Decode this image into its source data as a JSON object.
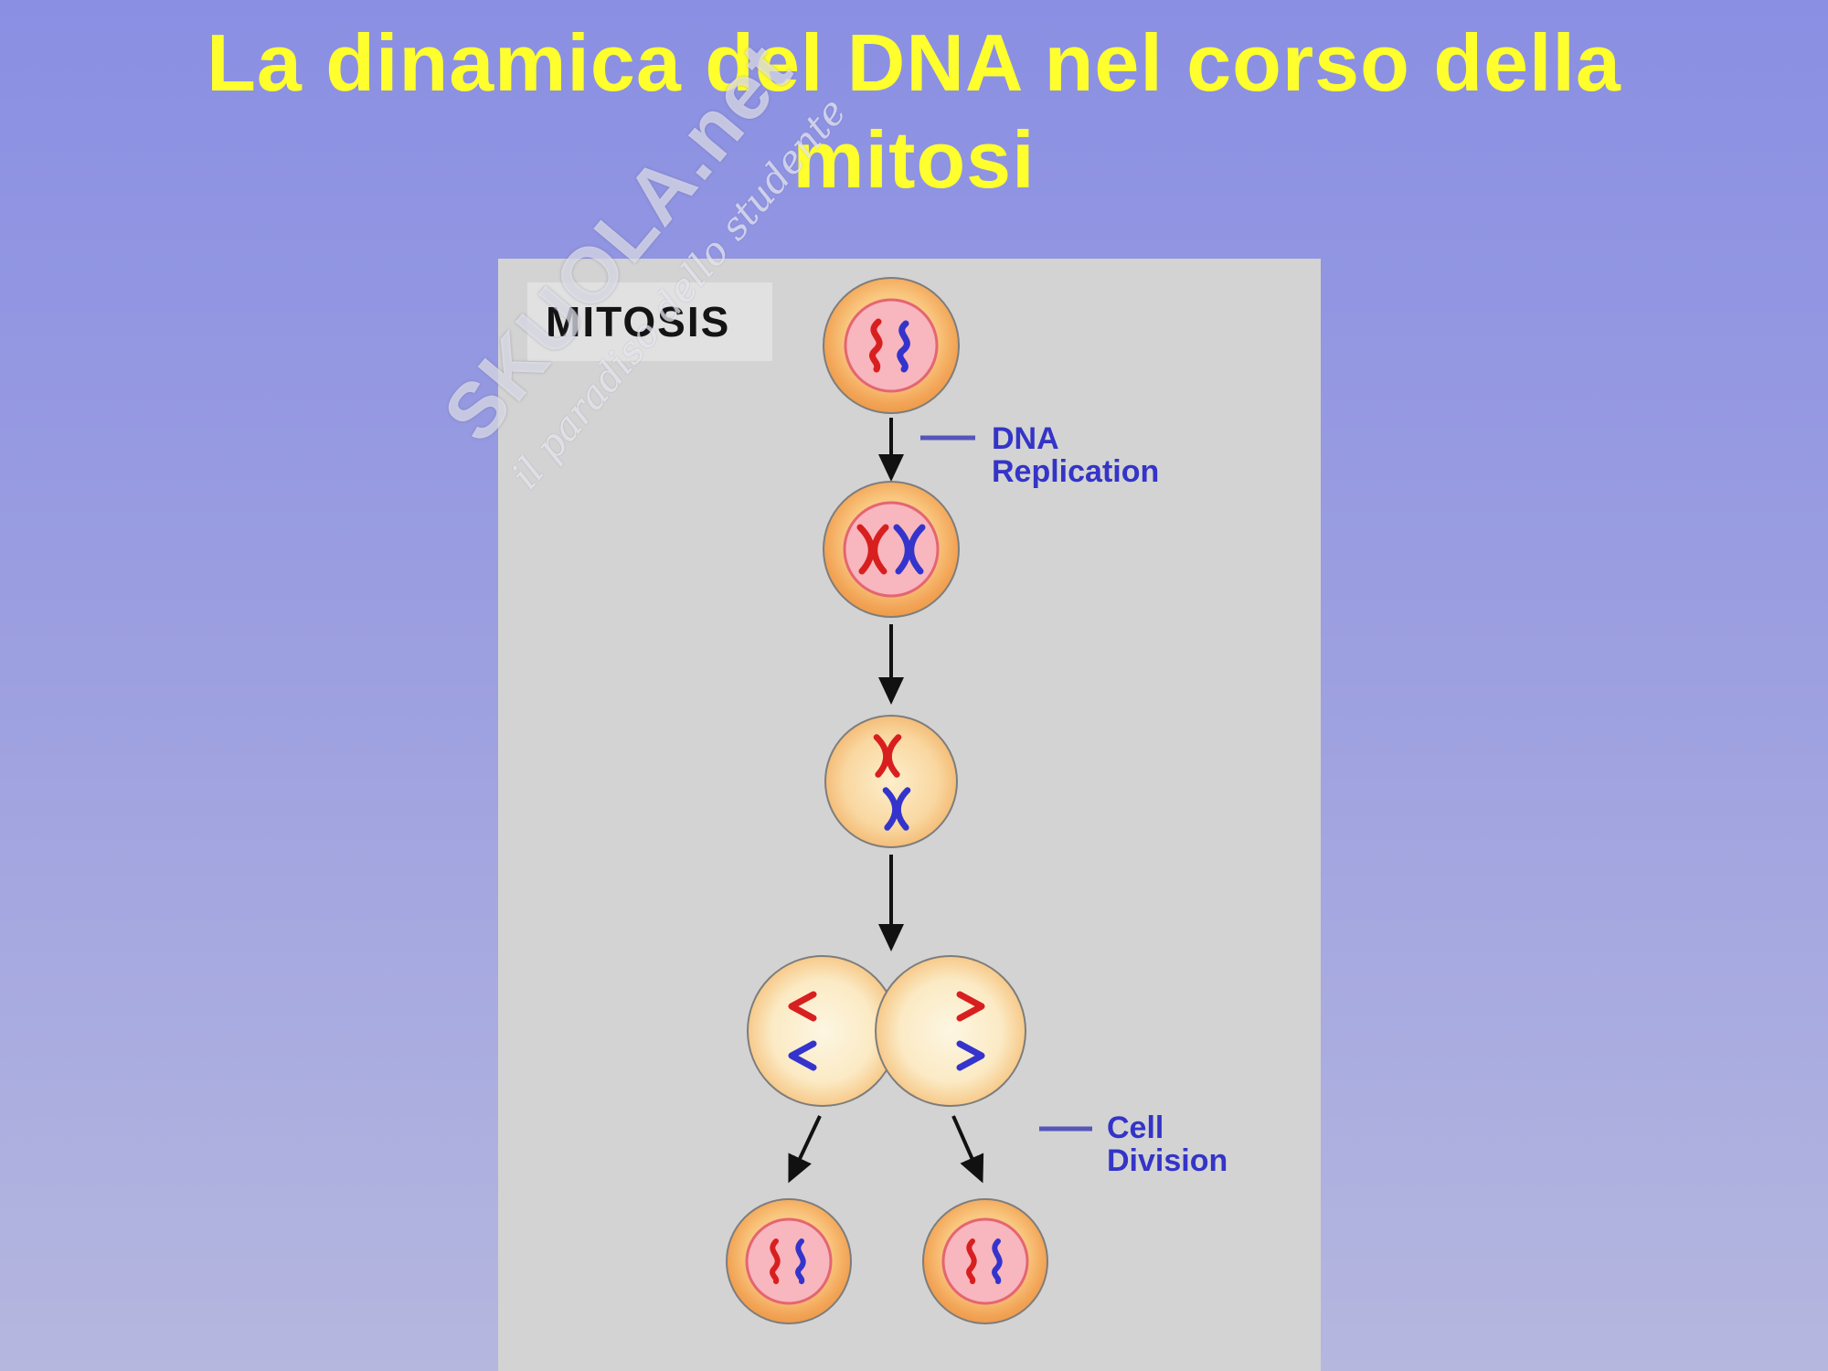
{
  "slide": {
    "title_line1": "La dinamica del DNA nel corso della",
    "title_line2": "mitosi"
  },
  "diagram": {
    "heading": "MITOSIS",
    "dna_replication_line1": "DNA",
    "dna_replication_line2": "Replication",
    "cell_division_line1": "Cell",
    "cell_division_line2": "Division"
  },
  "watermark": {
    "brand": "SKUOLA.net",
    "tagline": "il paradiso dello studente"
  },
  "colors": {
    "background_top": "#8a8fe3",
    "background_bottom": "#b5b7df",
    "title_yellow": "#ffff2e",
    "panel_gray": "#d3d3d3",
    "label_blue": "#3434c8",
    "cell_orange": "#f2a355",
    "nucleus_pink": "#f8b6be",
    "chromosome_red": "#d81f1f",
    "chromosome_blue": "#3434cc"
  }
}
